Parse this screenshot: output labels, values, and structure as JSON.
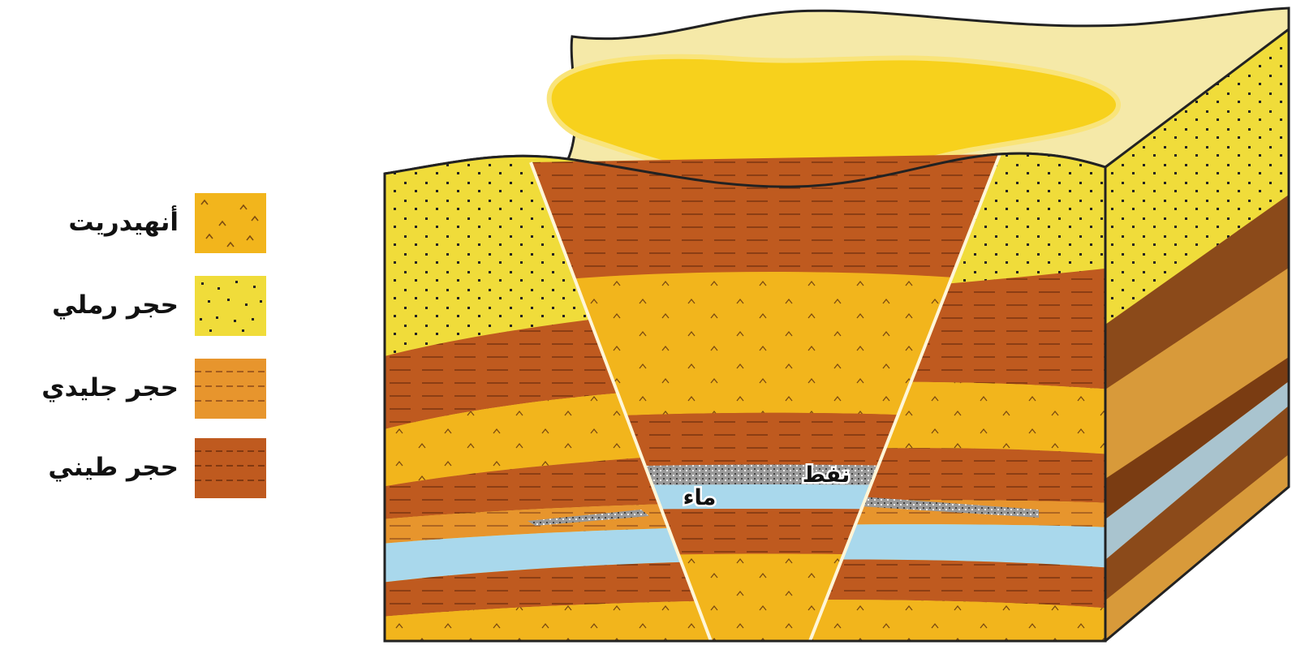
{
  "legend": {
    "items": [
      {
        "label": "أنهيدريت",
        "pattern": "anhydrite-caret-pattern",
        "color": "#f2b51c"
      },
      {
        "label": "حجر رملي",
        "pattern": "sandstone-dot-pattern",
        "color": "#f0dc3a"
      },
      {
        "label": "حجر جليدي",
        "pattern": "dashed-lines-pattern",
        "color": "#e7952d"
      },
      {
        "label": "حجر طيني",
        "pattern": "dashed-lines-pattern",
        "color": "#bf5a1f"
      }
    ]
  },
  "diagram": {
    "labels": {
      "oil": "نفط",
      "water": "ماء"
    },
    "colors": {
      "top_surface": "#f5e9a8",
      "salt_dome_top": "#f7d11c",
      "sandstone": "#f0dc3a",
      "anhydrite": "#f2b51c",
      "shale": "#e7952d",
      "mudstone": "#bf5a1f",
      "water": "#a9d8ec",
      "oil": "#8a8a8a",
      "side_face_dark": "#8b4a1a",
      "side_face_light": "#c98a2e"
    }
  }
}
